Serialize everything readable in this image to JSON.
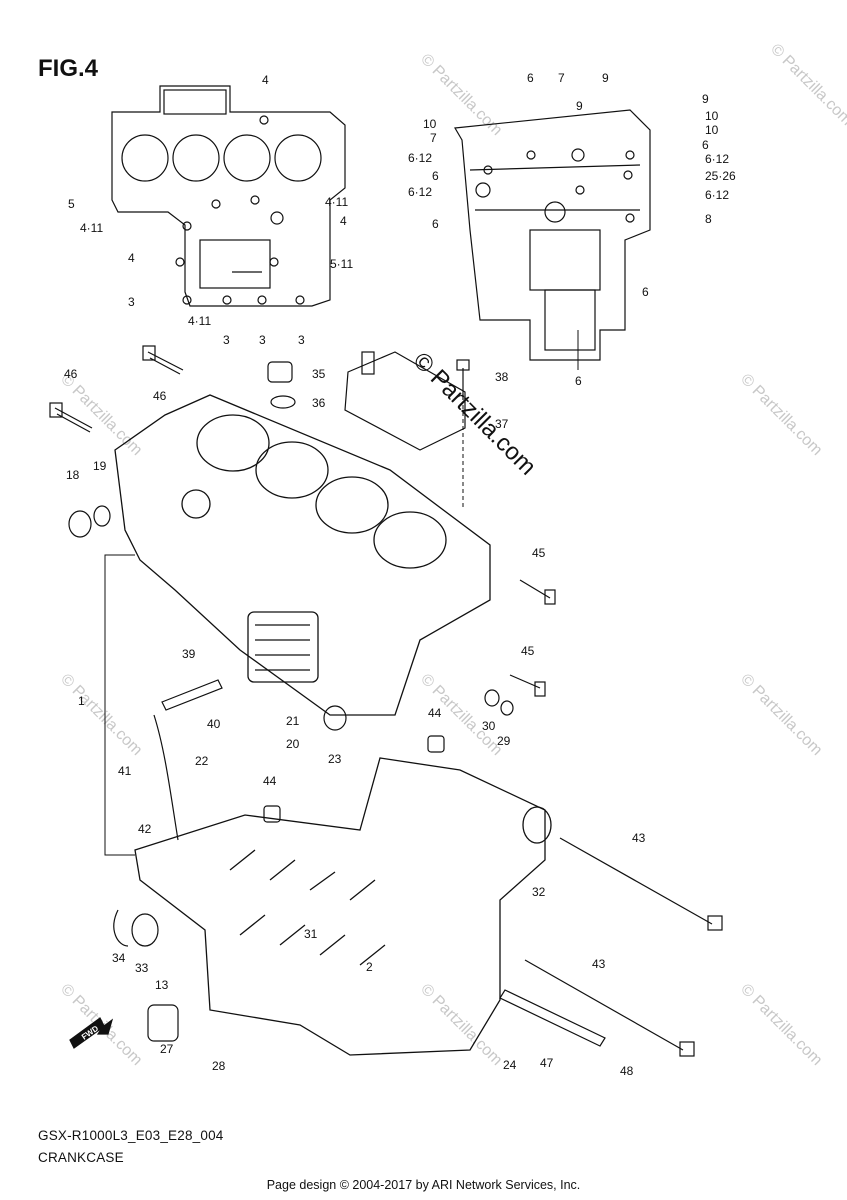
{
  "figure": {
    "title": "FIG.4",
    "code": "GSX-R1000L3_E03_E28_004",
    "name": "CRANKCASE",
    "fwd_label": "FWD"
  },
  "footer": {
    "text": "Page design © 2004-2017 by ARI Network Services, Inc."
  },
  "watermark": {
    "text": "© Partzilla.com",
    "color": "#bdbdbd"
  },
  "callouts": {
    "top_left": [
      "4",
      "5",
      "4·11",
      "4",
      "4·11",
      "4",
      "5·11",
      "3",
      "4·11",
      "3",
      "3",
      "3"
    ],
    "top_right": [
      "6",
      "7",
      "9",
      "9",
      "9",
      "10",
      "10",
      "7",
      "6·12",
      "6",
      "6·12",
      "6",
      "6",
      "6·12",
      "25·26",
      "6·12",
      "8",
      "6",
      "6"
    ],
    "main": [
      "46",
      "46",
      "35",
      "36",
      "38",
      "37",
      "18",
      "19",
      "45",
      "45",
      "39",
      "1",
      "40",
      "21",
      "20",
      "22",
      "41",
      "23",
      "44",
      "30",
      "29",
      "44",
      "42",
      "43",
      "32",
      "31",
      "2",
      "34",
      "33",
      "13",
      "27",
      "28",
      "43",
      "47",
      "24",
      "48"
    ]
  }
}
